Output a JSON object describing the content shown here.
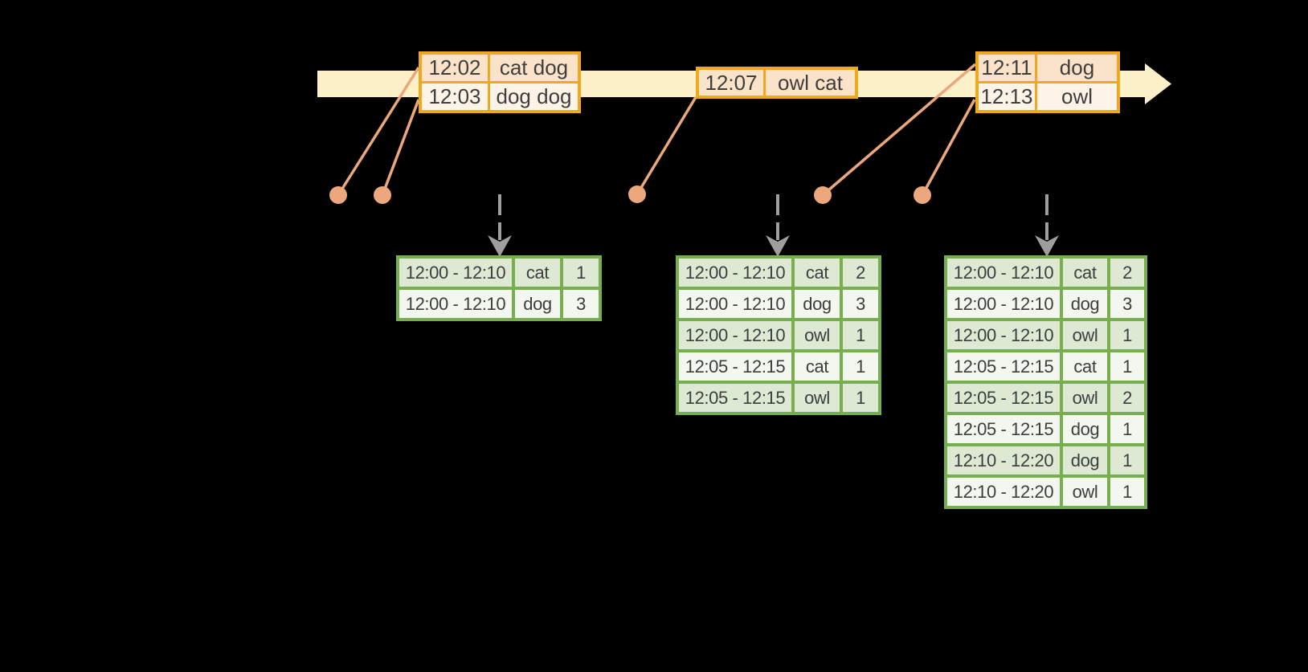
{
  "colors": {
    "background": "#000000",
    "timeline_fill": "#FBF0C8",
    "event_table_border": "#F0A91E",
    "event_row_dark": "#FAE3C8",
    "event_row_light": "#FDF3E7",
    "result_table_border": "#77AF4E",
    "result_row_dark": "#DEE9D3",
    "result_row_light": "#F2F7EF",
    "connector_salmon": "#ECA77C",
    "trigger_arrow_gray": "#9E9E9E",
    "text": "#3E3E3E"
  },
  "event_tables": [
    {
      "rows": [
        {
          "time": "12:02",
          "words": "cat dog"
        },
        {
          "time": "12:03",
          "words": "dog dog"
        }
      ]
    },
    {
      "rows": [
        {
          "time": "12:07",
          "words": "owl cat"
        }
      ]
    },
    {
      "rows": [
        {
          "time": "12:11",
          "words": "dog"
        },
        {
          "time": "12:13",
          "words": "owl"
        }
      ]
    }
  ],
  "result_tables": [
    {
      "rows": [
        {
          "window": "12:00 - 12:10",
          "word": "cat",
          "count": "1"
        },
        {
          "window": "12:00 - 12:10",
          "word": "dog",
          "count": "3"
        }
      ]
    },
    {
      "rows": [
        {
          "window": "12:00 - 12:10",
          "word": "cat",
          "count": "2"
        },
        {
          "window": "12:00 - 12:10",
          "word": "dog",
          "count": "3"
        },
        {
          "window": "12:00 - 12:10",
          "word": "owl",
          "count": "1"
        },
        {
          "window": "12:05 - 12:15",
          "word": "cat",
          "count": "1"
        },
        {
          "window": "12:05 - 12:15",
          "word": "owl",
          "count": "1"
        }
      ]
    },
    {
      "rows": [
        {
          "window": "12:00 - 12:10",
          "word": "cat",
          "count": "2"
        },
        {
          "window": "12:00 - 12:10",
          "word": "dog",
          "count": "3"
        },
        {
          "window": "12:00 - 12:10",
          "word": "owl",
          "count": "1"
        },
        {
          "window": "12:05 - 12:15",
          "word": "cat",
          "count": "1"
        },
        {
          "window": "12:05 - 12:15",
          "word": "owl",
          "count": "2"
        },
        {
          "window": "12:05 - 12:15",
          "word": "dog",
          "count": "1"
        },
        {
          "window": "12:10 - 12:20",
          "word": "dog",
          "count": "1"
        },
        {
          "window": "12:10 - 12:20",
          "word": "owl",
          "count": "1"
        }
      ]
    }
  ]
}
